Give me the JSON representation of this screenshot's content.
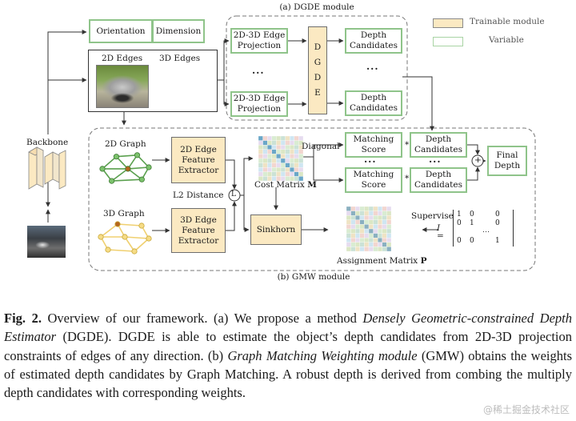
{
  "legend": {
    "trainable_label": "Trainable module",
    "variable_label": "Variable",
    "trainable_color": "#fbe9c2",
    "variable_color": "#8fc48a"
  },
  "dgde": {
    "module_title": "(a) DGDE module",
    "orientation": "Orientation",
    "dimension": "Dimension",
    "edges2d": "2D Edges",
    "edges3d": "3D Edges",
    "projection_line1": "2D-3D Edge",
    "projection_line2": "Projection",
    "dgde_letters": [
      "D",
      "G",
      "D",
      "E"
    ],
    "depth_line1": "Depth",
    "depth_line2": "Candidates",
    "ellipsis": "···"
  },
  "backbone": {
    "label": "Backbone"
  },
  "gmw": {
    "module_title": "(b) GMW module",
    "graph2d": "2D Graph",
    "graph3d": "3D Graph",
    "extractor2d": [
      "2D Edge",
      "Feature",
      "Extractor"
    ],
    "extractor3d": [
      "3D Edge",
      "Feature",
      "Extractor"
    ],
    "l2_distance": "L2 Distance",
    "l_symbol": "L",
    "cost_matrix": "Cost Matrix",
    "cost_matrix_symbol": "M",
    "diagonal": "Diagonal",
    "sinkhorn": "Sinkhorn",
    "assignment_matrix": "Assignment Matrix",
    "assignment_matrix_symbol": "P",
    "supervise": "Supervise",
    "matching_score": [
      "Matching",
      "Score"
    ],
    "depth_candidates": [
      "Depth",
      "Candidates"
    ],
    "final_depth": [
      "Final",
      "Depth"
    ],
    "ellipsis": "···",
    "multiply_symbol": "*",
    "plus_symbol": "+",
    "identity_symbol": "I =",
    "identity_rows": [
      [
        "1",
        "0",
        "",
        "0"
      ],
      [
        "0",
        "1",
        "",
        "0"
      ],
      [
        "",
        "",
        "⋯",
        ""
      ],
      [
        "0",
        "0",
        "",
        "1"
      ]
    ]
  },
  "graph_2d": {
    "nodes": [
      [
        0,
        0.55
      ],
      [
        0.3,
        0.15
      ],
      [
        0.75,
        0.1
      ],
      [
        1,
        0.5
      ],
      [
        0.85,
        0.9
      ],
      [
        0.2,
        0.95
      ],
      [
        0.55,
        0.55
      ]
    ],
    "edges": [
      [
        0,
        1
      ],
      [
        1,
        2
      ],
      [
        2,
        3
      ],
      [
        3,
        4
      ],
      [
        4,
        5
      ],
      [
        5,
        0
      ],
      [
        0,
        6
      ],
      [
        1,
        6
      ],
      [
        2,
        6
      ],
      [
        3,
        6
      ],
      [
        4,
        6
      ],
      [
        5,
        6
      ]
    ]
  },
  "graph_3d": {
    "nodes": [
      [
        0,
        0.5
      ],
      [
        0.35,
        0.1
      ],
      [
        0.85,
        0.15
      ],
      [
        1,
        0.55
      ],
      [
        0.7,
        0.95
      ],
      [
        0.15,
        0.9
      ],
      [
        0.5,
        0.5
      ]
    ],
    "edges": [
      [
        0,
        1
      ],
      [
        1,
        2
      ],
      [
        2,
        3
      ],
      [
        3,
        4
      ],
      [
        4,
        5
      ],
      [
        5,
        0
      ],
      [
        1,
        6
      ],
      [
        6,
        4
      ],
      [
        0,
        6
      ],
      [
        6,
        3
      ]
    ]
  },
  "caption": {
    "fig_label": "Fig. 2.",
    "t1": " Overview of our framework. (a) We propose a method ",
    "t2": "Densely Geometric-constrained Depth Estimator",
    "t3": " (DGDE). DGDE is able to estimate the object’s depth candidates from 2D-3D projection constraints of edges of any direction. (b) ",
    "t4": "Graph Matching Weighting module",
    "t5": " (GMW) obtains the weights of estimated depth candidates by Graph Matching. A robust depth is derived from combing the multiply depth candidates with corresponding weights."
  },
  "watermark": "@稀土掘金技术社区"
}
